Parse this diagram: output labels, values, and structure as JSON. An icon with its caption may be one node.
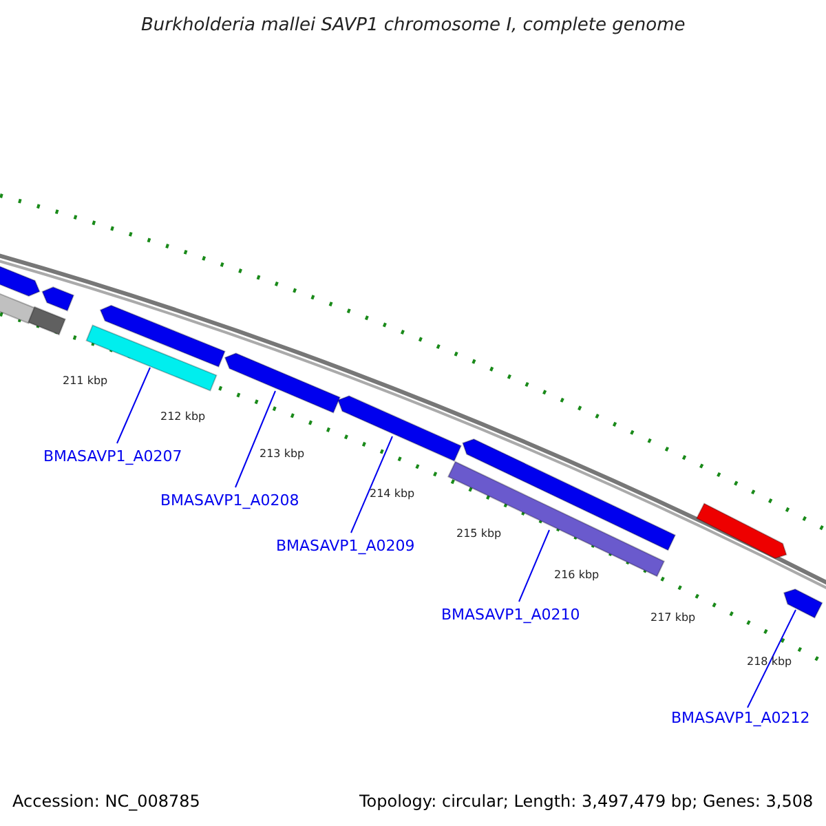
{
  "diagram": {
    "title": "Burkholderia mallei SAVP1 chromosome I, complete genome",
    "nodes": [
      {
        "text": [],
        "shape": "bar"
      },
      {
        "text": [],
        "shape": "bar"
      },
      {
        "text": [],
        "shape": "bar"
      },
      {
        "text": [],
        "shape": "bar"
      },
      {
        "text": [],
        "shape": "bar"
      },
      {
        "text": [
          "BMASAVP1_A0207"
        ]
      },
      {
        "text": [
          "BMASAVP1_A0208"
        ]
      },
      {
        "text": [
          "BMASAVP1_A0209"
        ]
      },
      {
        "text": [
          "BMASAVP1_A0210"
        ]
      },
      {
        "text": [
          "BMASAVP1_A0212"
        ]
      },
      {
        "text": [],
        "shape": "bar"
      },
      {
        "text": [],
        "shape": "bar"
      },
      {
        "text": [],
        "shape": "bar"
      },
      {
        "text": [],
        "shape": "bar"
      },
      {
        "text": [],
        "shape": "bar"
      },
      {
        "text": [],
        "shape": "bar"
      },
      {
        "text": [],
        "shape": "bar"
      }
    ],
    "edges": [
      {
        "from": 5,
        "to": 0,
        "arrow": "none"
      },
      {
        "from": 6,
        "to": 1,
        "arrow": "none"
      },
      {
        "from": 7,
        "to": 2,
        "arrow": "none"
      },
      {
        "from": 8,
        "to": 3,
        "arrow": "none"
      },
      {
        "from": 9,
        "to": 4,
        "arrow": "none"
      }
    ],
    "labels": [
      "211 kbp",
      "212 kbp",
      "213 kbp",
      "214 kbp",
      "215 kbp",
      "216 kbp",
      "217 kbp",
      "218 kbp",
      "Accession: NC_008785",
      "Topology: circular; Length: 3,497,479 bp; Genes: 3,508"
    ]
  }
}
